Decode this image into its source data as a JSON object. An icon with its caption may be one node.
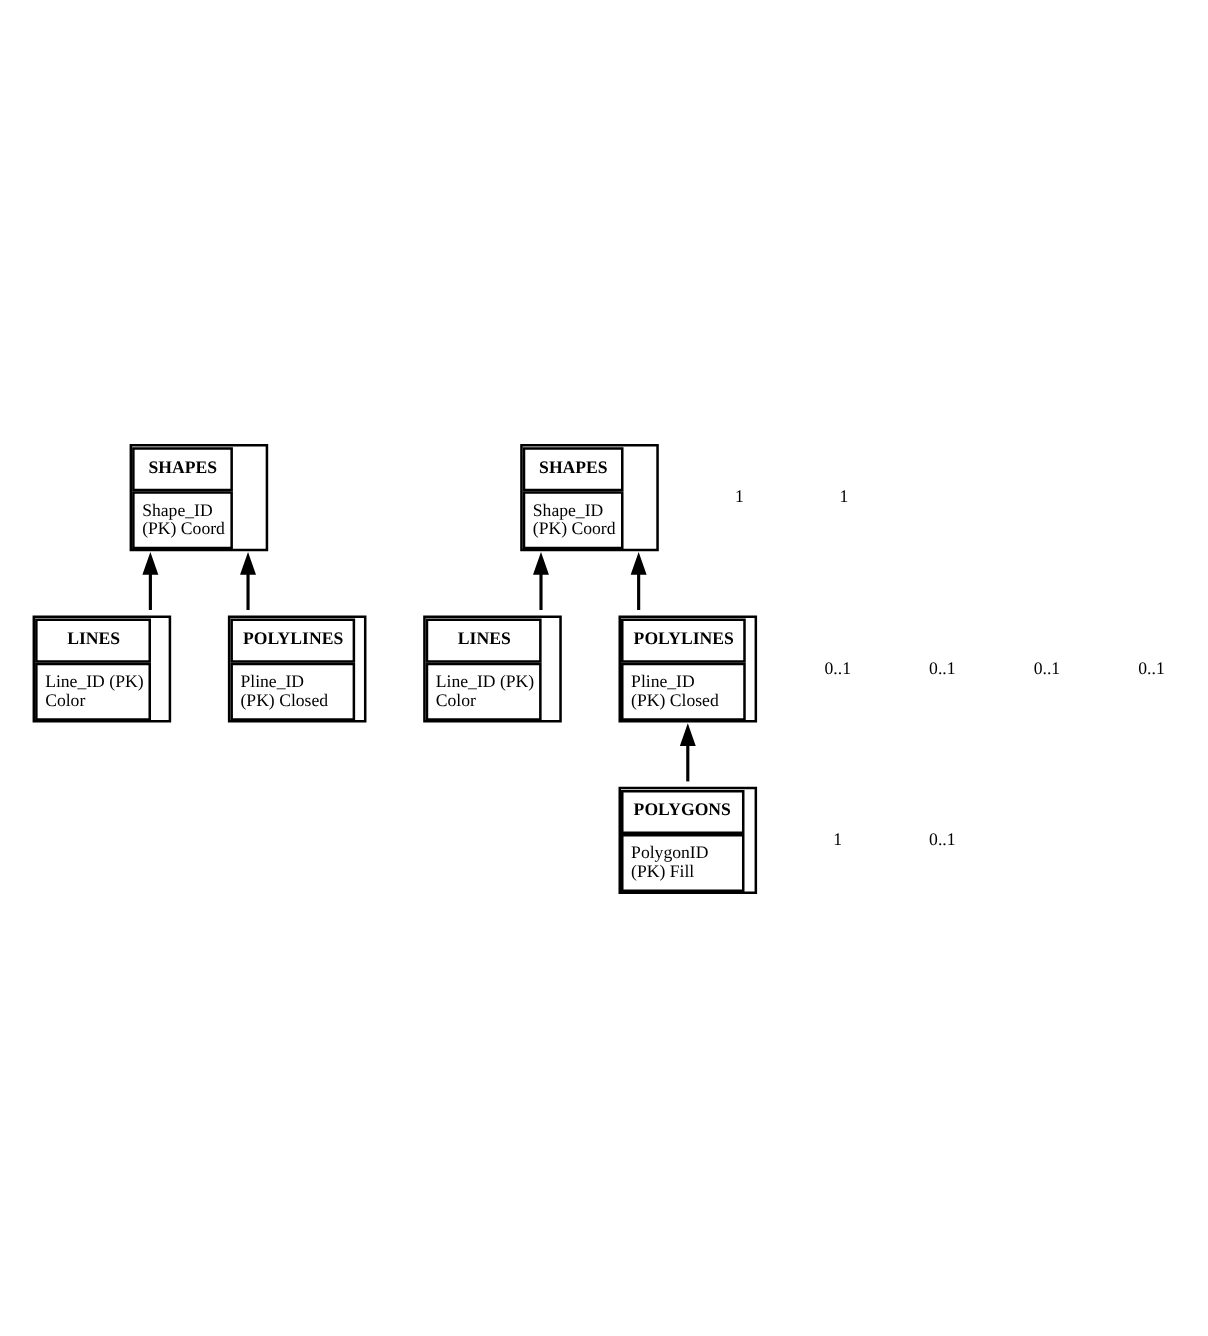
{
  "diagram": {
    "nodes": [
      {
        "text": [
          "SHAPES",
          "Shape_ID (PK) Coord"
        ]
      },
      {
        "text": [
          "LINES",
          "Line_ID (PK) Color"
        ]
      },
      {
        "text": [
          "POLYLINES",
          "Pline_ID (PK) Closed"
        ]
      },
      {
        "text": [
          "SHAPES",
          "Shape_ID (PK) Coord"
        ]
      },
      {
        "text": [
          "LINES",
          "Line_ID (PK) Color"
        ]
      },
      {
        "text": [
          "POLYLINES",
          "Pline_ID (PK) Closed"
        ]
      },
      {
        "text": [
          "POLYGONS",
          "PolygonID (PK) Fill"
        ]
      }
    ],
    "edges": [
      {
        "from": 1,
        "to": 0,
        "arrow": "to"
      },
      {
        "from": 2,
        "to": 0,
        "arrow": "to"
      },
      {
        "from": 4,
        "to": 3,
        "arrow": "to"
      },
      {
        "from": 5,
        "to": 3,
        "arrow": "to"
      },
      {
        "from": 6,
        "to": 5,
        "arrow": "to"
      }
    ],
    "labels": [
      "1",
      "1",
      "0..1",
      "0..1",
      "0..1",
      "0..1",
      "1",
      "0..1"
    ]
  }
}
